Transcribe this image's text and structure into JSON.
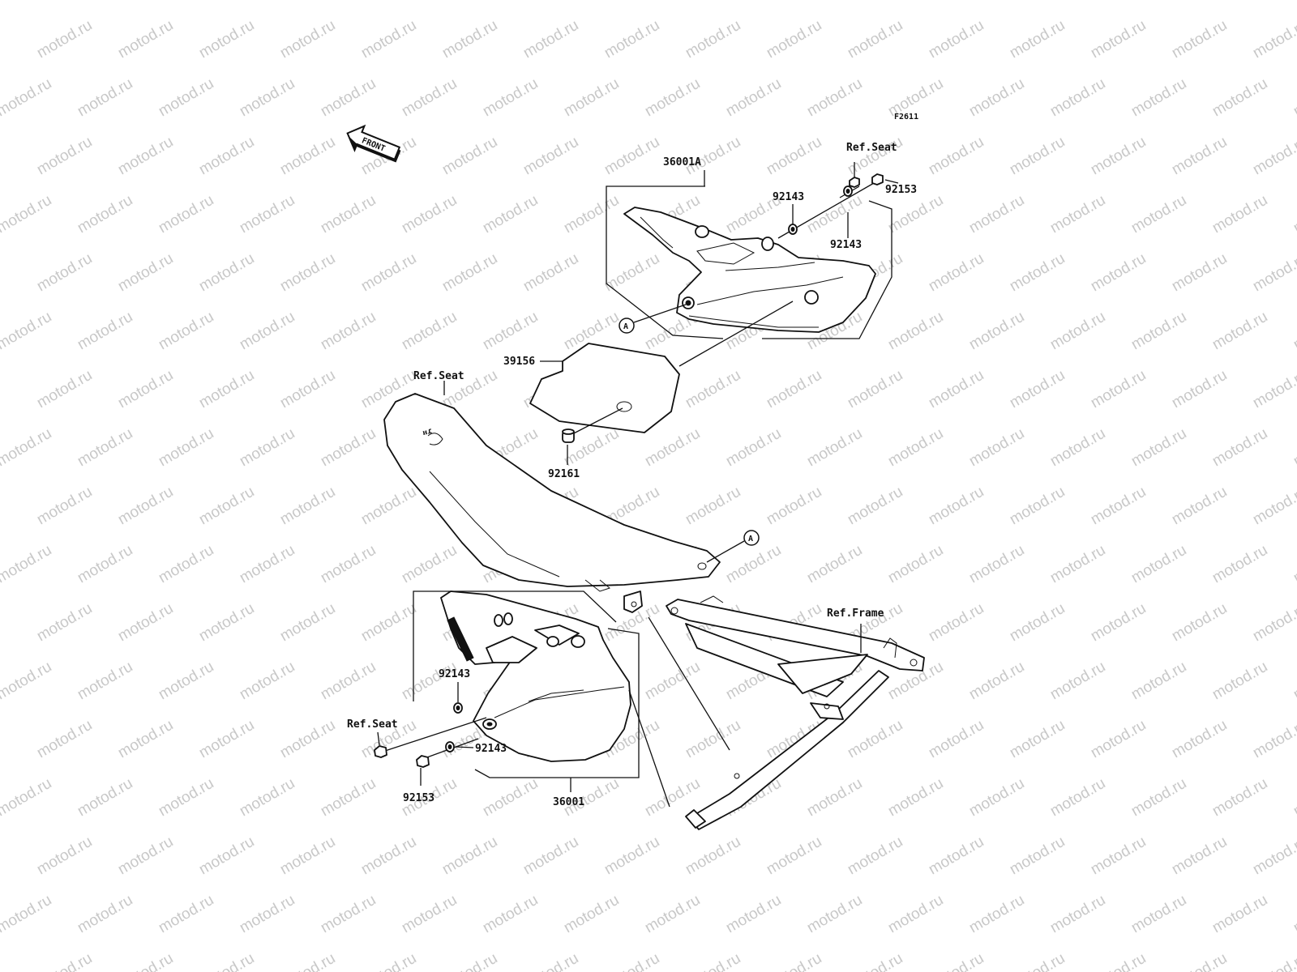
{
  "figure_code": "F2611",
  "front_arrow": "FRONT",
  "watermark_text": "motod.ru",
  "marker_letter": "A",
  "labels": {
    "cover_right": "36001A",
    "cover_left": "36001",
    "pad": "39156",
    "damper": "92161",
    "ref_seat_top": "Ref.Seat",
    "ref_seat_mid": "Ref.Seat",
    "ref_seat_bottom": "Ref.Seat",
    "ref_frame": "Ref.Frame",
    "washer_r1": "92143",
    "washer_r2": "92143",
    "washer_l1": "92143",
    "washer_l2": "92143",
    "bolt_r": "92153",
    "bolt_l": "92153"
  }
}
